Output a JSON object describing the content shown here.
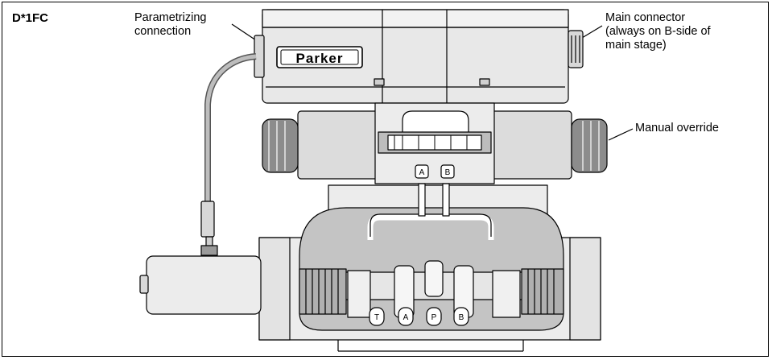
{
  "model_code": "D*1FC",
  "brand_logo": "Parker",
  "callouts": {
    "parametrizing": [
      "Parametrizing",
      "connection"
    ],
    "main_connector": [
      "Main connector",
      "(always on B-side of",
      "main stage)"
    ],
    "manual_override": "Manual override"
  },
  "pilot_ports": {
    "a": "A",
    "b": "B"
  },
  "main_ports": {
    "t": "T",
    "a": "A",
    "p": "P",
    "b": "B"
  },
  "colors": {
    "housing": "#e8e8e8",
    "solenoid": "#dcdcdc",
    "cavity": "#bdbdbd",
    "outline": "#000000"
  }
}
